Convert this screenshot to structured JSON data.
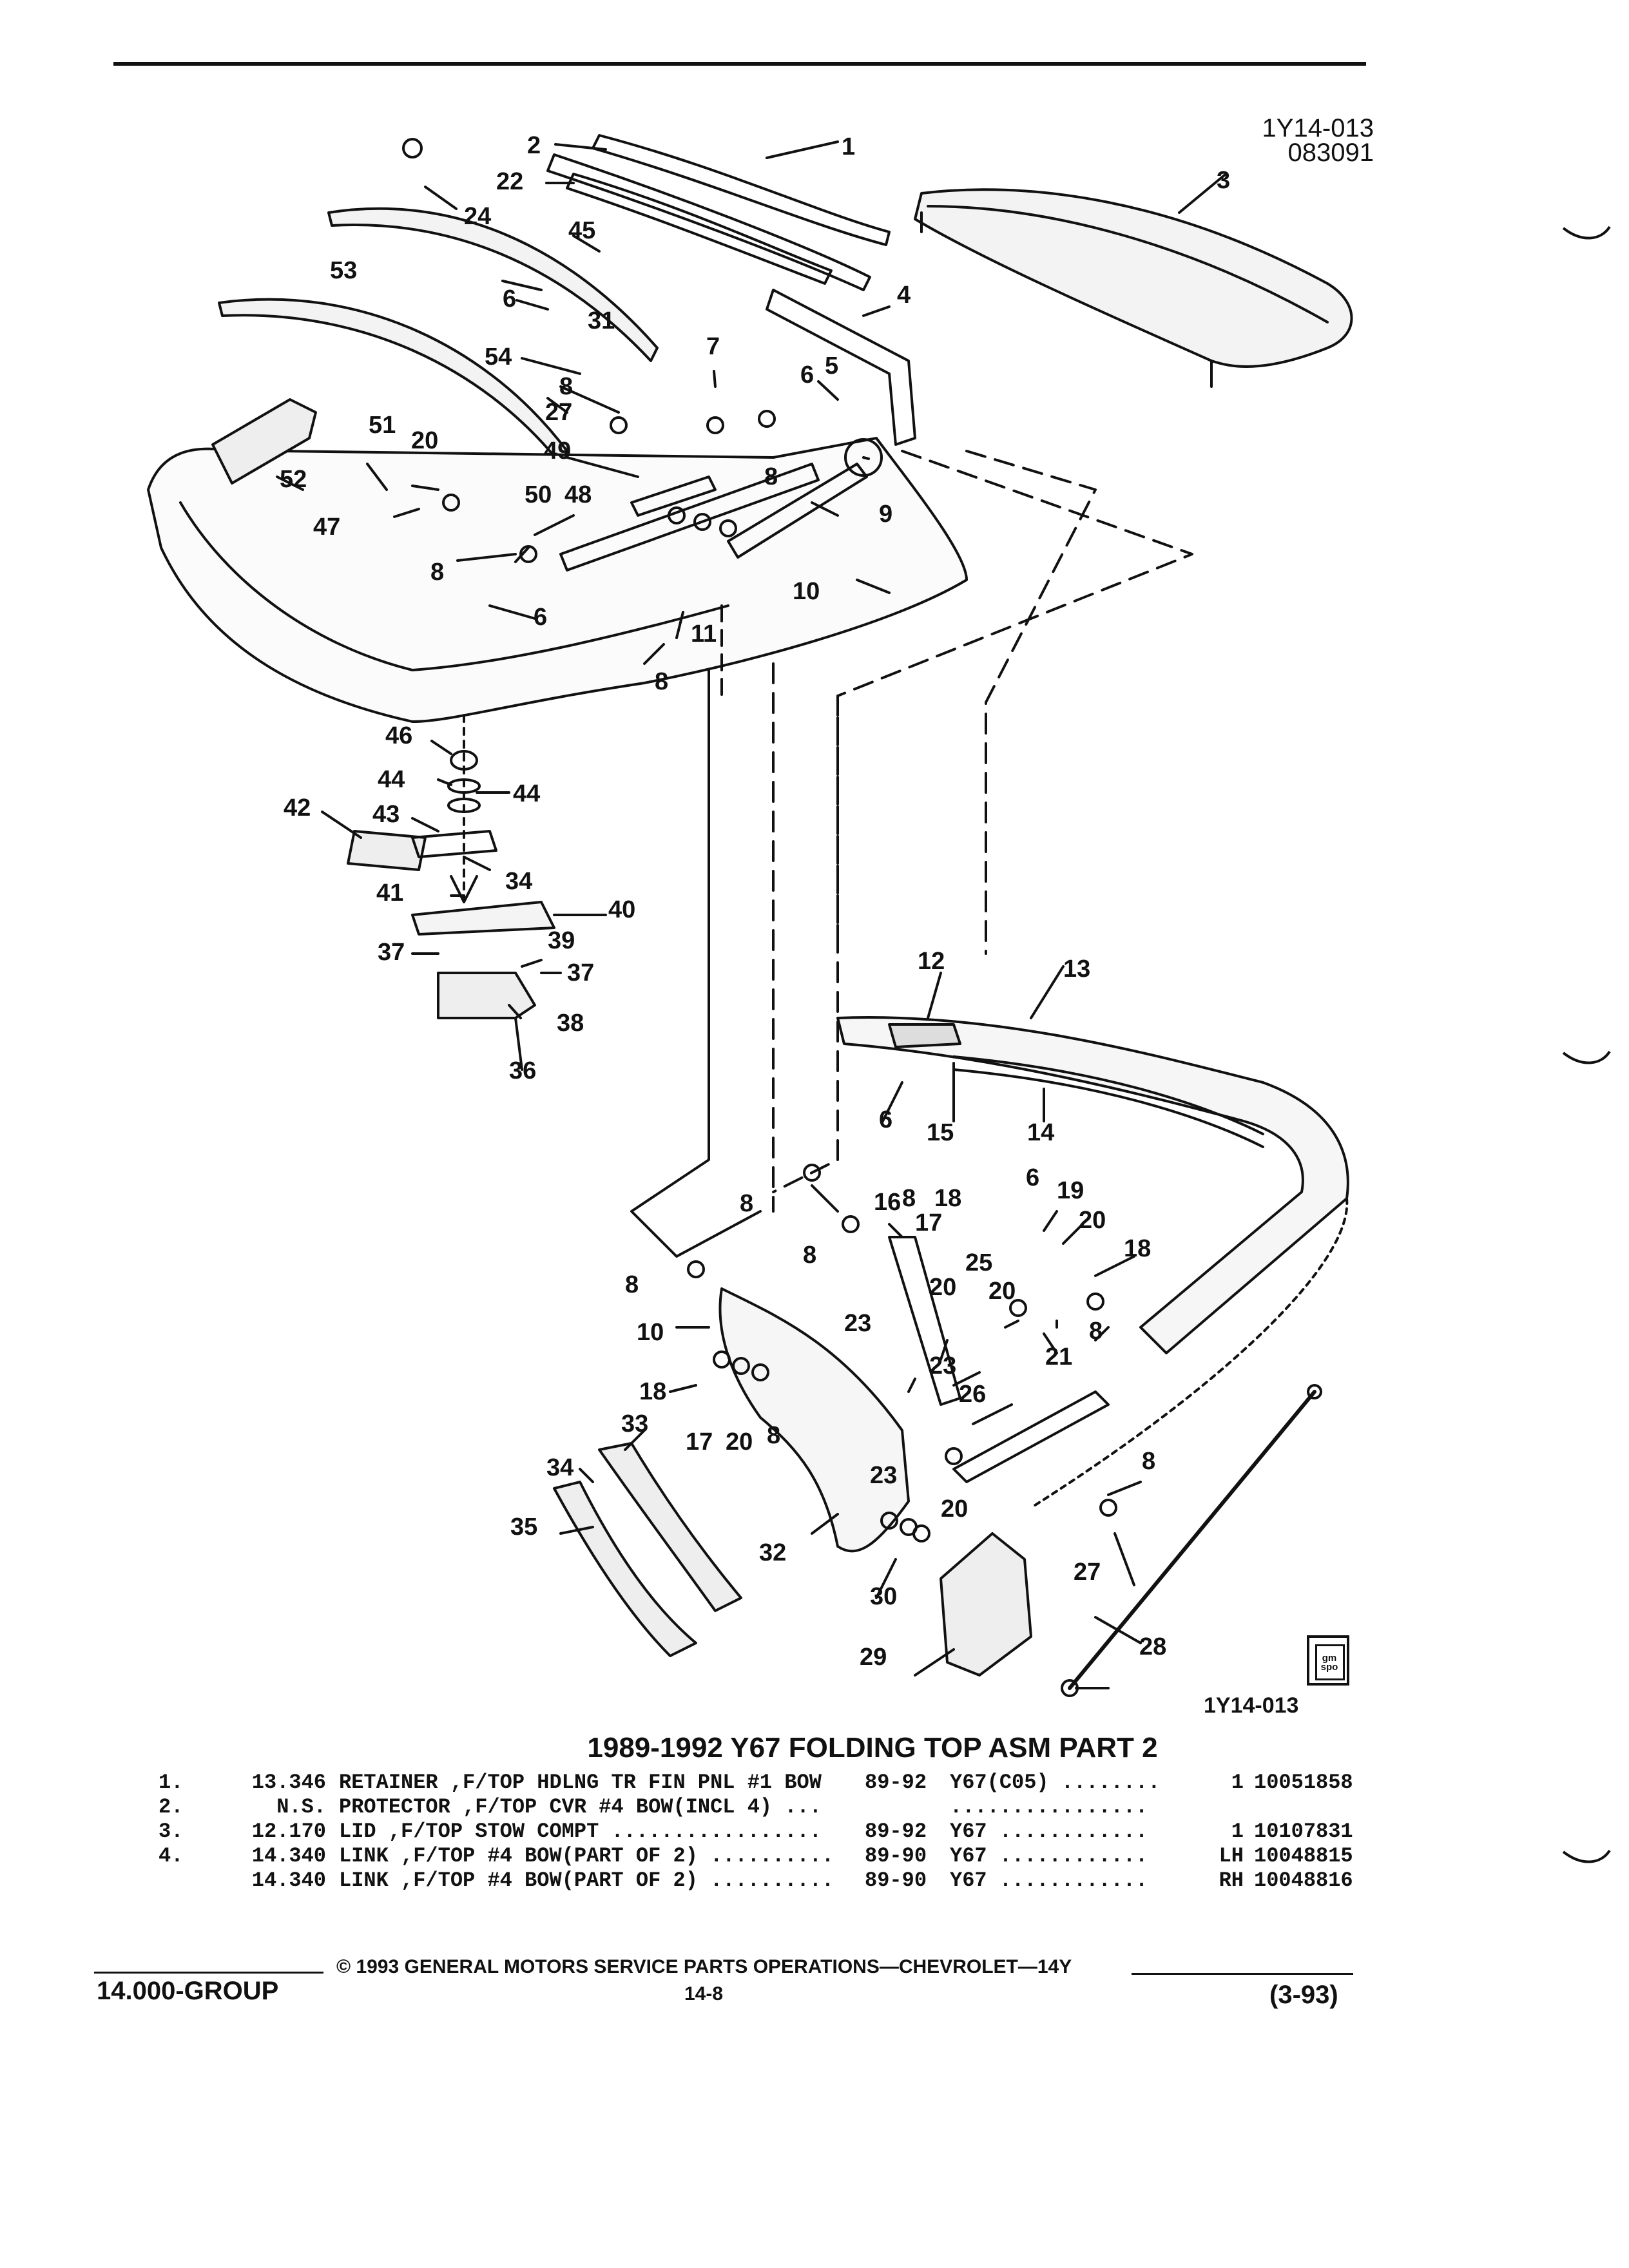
{
  "header": {
    "illustration_code": "1Y14-013",
    "illustration_date": "083091"
  },
  "diagram": {
    "callouts": [
      "1",
      "2",
      "3",
      "4",
      "5",
      "6",
      "7",
      "8",
      "9",
      "10",
      "11",
      "12",
      "13",
      "14",
      "15",
      "16",
      "17",
      "18",
      "19",
      "20",
      "21",
      "22",
      "23",
      "24",
      "25",
      "26",
      "27",
      "28",
      "29",
      "30",
      "31",
      "32",
      "33",
      "34",
      "35",
      "36",
      "37",
      "38",
      "39",
      "40",
      "41",
      "42",
      "43",
      "44",
      "45",
      "46",
      "47",
      "48",
      "49",
      "50",
      "51",
      "52",
      "53",
      "54"
    ],
    "figure_code": "1Y14-013",
    "logo_text": "gm spo"
  },
  "table": {
    "title": "1989-1992 Y67 FOLDING TOP ASM PART 2",
    "rows": [
      {
        "num": "1.",
        "code": "13.346",
        "desc": "RETAINER ,F/TOP HDLNG TR FIN PNL #1 BOW",
        "years": "89-92",
        "model": "Y67(C05) ........",
        "qty": "1",
        "part": "10051858"
      },
      {
        "num": "2.",
        "code": "N.S.",
        "desc": "PROTECTOR ,F/TOP CVR #4 BOW(INCL 4) ...",
        "years": "",
        "model": "................",
        "qty": "",
        "part": ""
      },
      {
        "num": "3.",
        "code": "12.170",
        "desc": "LID ,F/TOP STOW COMPT .................",
        "years": "89-92",
        "model": "Y67 ............",
        "qty": "1",
        "part": "10107831"
      },
      {
        "num": "4.",
        "code": "14.340",
        "desc": "LINK ,F/TOP #4 BOW(PART OF 2) ..........",
        "years": "89-90",
        "model": "Y67 ............",
        "qty": "LH",
        "part": "10048815"
      },
      {
        "num": "",
        "code": "14.340",
        "desc": "LINK ,F/TOP #4 BOW(PART OF 2) ..........",
        "years": "89-90",
        "model": "Y67 ............",
        "qty": "RH",
        "part": "10048816"
      }
    ]
  },
  "footer": {
    "copyright": "© 1993 GENERAL MOTORS SERVICE PARTS OPERATIONS—CHEVROLET—14Y",
    "group": "14.000-GROUP",
    "page": "14-8",
    "date": "(3-93)"
  }
}
